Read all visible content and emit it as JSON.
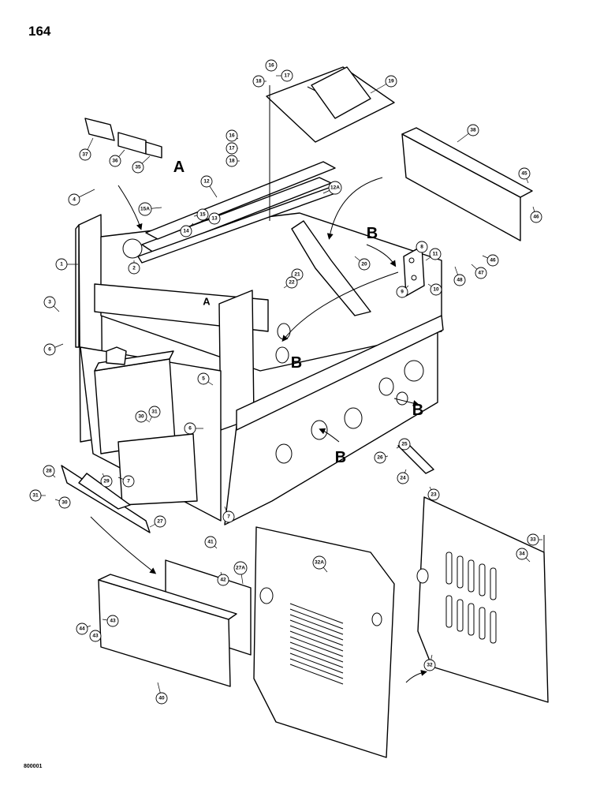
{
  "page": {
    "number": "164",
    "doc_code": "800001"
  },
  "refs": {
    "A": "A",
    "B": "B"
  },
  "callouts": [
    {
      "id": "c16a",
      "label": "16"
    },
    {
      "id": "c17a",
      "label": "17"
    },
    {
      "id": "c18a",
      "label": "18"
    },
    {
      "id": "c19",
      "label": "19"
    },
    {
      "id": "c16b",
      "label": "16"
    },
    {
      "id": "c17b",
      "label": "17"
    },
    {
      "id": "c18b",
      "label": "18"
    },
    {
      "id": "c12",
      "label": "12"
    },
    {
      "id": "c12A",
      "label": "12A"
    },
    {
      "id": "c15A",
      "label": "15A"
    },
    {
      "id": "c15",
      "label": "15"
    },
    {
      "id": "c13",
      "label": "13"
    },
    {
      "id": "c14",
      "label": "14"
    },
    {
      "id": "c4",
      "label": "4"
    },
    {
      "id": "c2",
      "label": "2"
    },
    {
      "id": "c1",
      "label": "1"
    },
    {
      "id": "c3",
      "label": "3"
    },
    {
      "id": "c6a",
      "label": "6"
    },
    {
      "id": "c37",
      "label": "37"
    },
    {
      "id": "c36",
      "label": "36"
    },
    {
      "id": "c35",
      "label": "35"
    },
    {
      "id": "c38",
      "label": "38"
    },
    {
      "id": "c45",
      "label": "45"
    },
    {
      "id": "c46a",
      "label": "46"
    },
    {
      "id": "c46b",
      "label": "46"
    },
    {
      "id": "c47",
      "label": "47"
    },
    {
      "id": "c48",
      "label": "48"
    },
    {
      "id": "c8",
      "label": "8"
    },
    {
      "id": "c11",
      "label": "11"
    },
    {
      "id": "c9",
      "label": "9"
    },
    {
      "id": "c10",
      "label": "10"
    },
    {
      "id": "c20",
      "label": "20"
    },
    {
      "id": "c21",
      "label": "21"
    },
    {
      "id": "c22",
      "label": "22"
    },
    {
      "id": "c5",
      "label": "5"
    },
    {
      "id": "c30a",
      "label": "30"
    },
    {
      "id": "c31a",
      "label": "31"
    },
    {
      "id": "c6b",
      "label": "6"
    },
    {
      "id": "c25",
      "label": "25"
    },
    {
      "id": "c26",
      "label": "26"
    },
    {
      "id": "c24",
      "label": "24"
    },
    {
      "id": "c23",
      "label": "23"
    },
    {
      "id": "c28",
      "label": "28"
    },
    {
      "id": "c29",
      "label": "29"
    },
    {
      "id": "c7a",
      "label": "7"
    },
    {
      "id": "c31b",
      "label": "31"
    },
    {
      "id": "c30b",
      "label": "30"
    },
    {
      "id": "c27",
      "label": "27"
    },
    {
      "id": "c7b",
      "label": "7"
    },
    {
      "id": "c41",
      "label": "41"
    },
    {
      "id": "c42",
      "label": "42"
    },
    {
      "id": "c27A",
      "label": "27A"
    },
    {
      "id": "c44",
      "label": "44"
    },
    {
      "id": "c43a",
      "label": "43"
    },
    {
      "id": "c43b",
      "label": "43"
    },
    {
      "id": "c40",
      "label": "40"
    },
    {
      "id": "c32A",
      "label": "32A"
    },
    {
      "id": "c33",
      "label": "33"
    },
    {
      "id": "c34",
      "label": "34"
    },
    {
      "id": "c32",
      "label": "32"
    }
  ]
}
